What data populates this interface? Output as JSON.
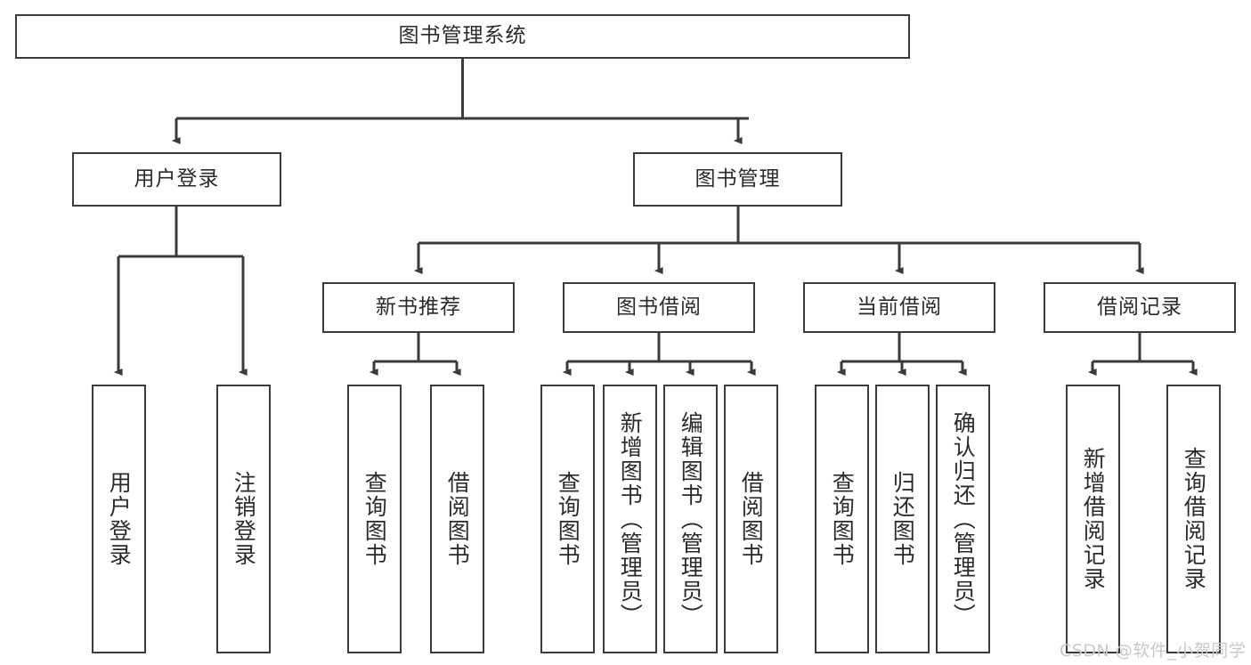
{
  "diagram": {
    "title": "图书管理系统",
    "watermark": "CSDN @软件_小贺同学",
    "colors": {
      "background": "#ffffff",
      "box_border": "#3a3a3a",
      "box_fill": "#ffffff",
      "connector": "#3a3a3a",
      "text": "#2b2b2b",
      "watermark": "#c9c9c9"
    },
    "root": {
      "label": "图书管理系统"
    },
    "level2": [
      {
        "label": "用户登录"
      },
      {
        "label": "图书管理"
      }
    ],
    "level3": [
      {
        "label": "新书推荐"
      },
      {
        "label": "图书借阅"
      },
      {
        "label": "当前借阅"
      },
      {
        "label": "借阅记录"
      }
    ],
    "leaves": {
      "user_login": [
        {
          "label": "用户登录"
        },
        {
          "label": "注销登录"
        }
      ],
      "new_book": [
        {
          "label": "查询图书"
        },
        {
          "label": "借阅图书"
        }
      ],
      "book_borrow": [
        {
          "label": "查询图书"
        },
        {
          "label": "新增图书（管理员）"
        },
        {
          "label": "编辑图书（管理员）"
        },
        {
          "label": "借阅图书"
        }
      ],
      "current_borrow": [
        {
          "label": "查询图书"
        },
        {
          "label": "归还图书"
        },
        {
          "label": "确认归还（管理员）"
        }
      ],
      "borrow_record": [
        {
          "label": "新增借阅记录"
        },
        {
          "label": "查询借阅记录"
        }
      ]
    }
  }
}
